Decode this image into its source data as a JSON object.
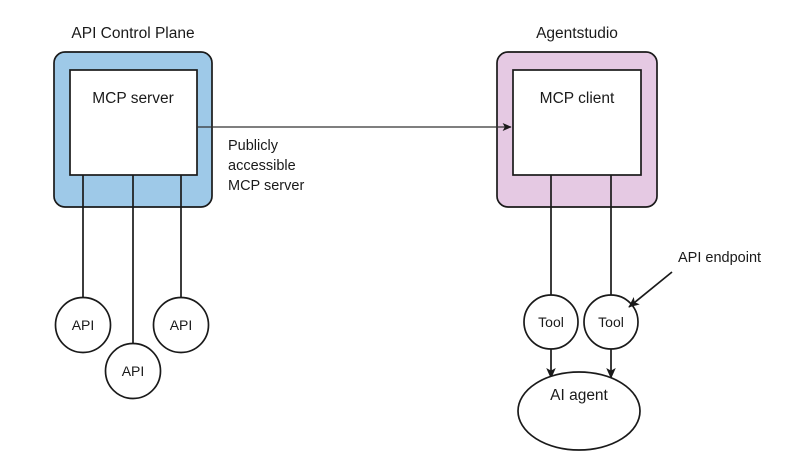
{
  "diagram": {
    "title_api_control_plane": "API Control Plane",
    "title_agentstudio": "Agentstudio",
    "colors": {
      "control_plane_fill": "#9EC9E8",
      "agentstudio_fill": "#E5C9E3",
      "node_fill": "#FFFFFF",
      "stroke": "#1A1A1A",
      "text": "#1A1A1A",
      "background": "#FFFFFF"
    },
    "containers": [
      {
        "id": "api-control-plane",
        "label": "API Control Plane",
        "fill": "#9EC9E8"
      },
      {
        "id": "agentstudio",
        "label": "Agentstudio",
        "fill": "#E5C9E3"
      }
    ],
    "boxes": [
      {
        "id": "mcp-server",
        "label": "MCP server"
      },
      {
        "id": "mcp-client",
        "label": "MCP client"
      }
    ],
    "circles": [
      {
        "id": "api-1",
        "label": "API"
      },
      {
        "id": "api-2",
        "label": "API"
      },
      {
        "id": "api-3",
        "label": "API"
      },
      {
        "id": "tool-1",
        "label": "Tool"
      },
      {
        "id": "tool-2",
        "label": "Tool"
      }
    ],
    "ellipses": [
      {
        "id": "ai-agent",
        "label": "AI agent"
      }
    ],
    "annotations": [
      {
        "id": "publicly-accessible-mcp-server",
        "lines": [
          "Publicly",
          "accessible",
          "MCP server"
        ],
        "line1": "Publicly",
        "line2": "accessible",
        "line3": "MCP server"
      },
      {
        "id": "api-endpoint",
        "label": "API endpoint"
      }
    ],
    "connections": [
      {
        "from": "mcp-server",
        "to": "mcp-client",
        "arrow": true
      },
      {
        "from": "mcp-server",
        "to": "api-1",
        "arrow": false
      },
      {
        "from": "mcp-server",
        "to": "api-2",
        "arrow": false
      },
      {
        "from": "mcp-server",
        "to": "api-3",
        "arrow": false
      },
      {
        "from": "mcp-client",
        "to": "tool-1",
        "arrow": false
      },
      {
        "from": "mcp-client",
        "to": "tool-2",
        "arrow": false
      },
      {
        "from": "tool-1",
        "to": "ai-agent",
        "arrow": true
      },
      {
        "from": "tool-2",
        "to": "ai-agent",
        "arrow": true
      },
      {
        "from": "api-endpoint",
        "to": "tool-2",
        "arrow": true
      }
    ]
  }
}
